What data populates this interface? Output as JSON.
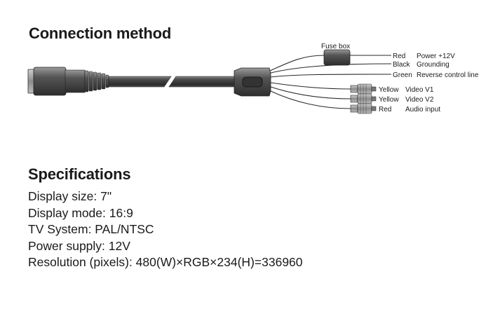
{
  "connection": {
    "title": "Connection method",
    "fuse_box_label": "Fuse box",
    "wires": [
      {
        "color_name": "Red",
        "function": "Power +12V"
      },
      {
        "color_name": "Black",
        "function": "Grounding"
      },
      {
        "color_name": "Green",
        "function": "Reverse control line"
      },
      {
        "color_name": "Yellow",
        "function": "Video V1"
      },
      {
        "color_name": "Yellow",
        "function": "Video V2"
      },
      {
        "color_name": "Red",
        "function": "Audio input"
      }
    ]
  },
  "specifications": {
    "title": "Specifications",
    "lines": [
      "Display size: 7\"",
      "Display mode: 16:9",
      "TV System: PAL/NTSC",
      "Power supply: 12V",
      "Resolution (pixels): 480(W)×RGB×234(H)=336960"
    ]
  }
}
